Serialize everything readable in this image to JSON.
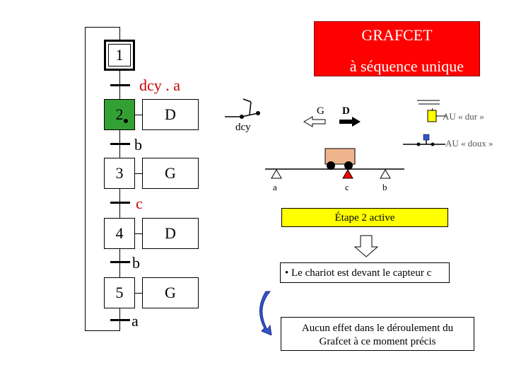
{
  "title": {
    "line1": "GRAFCET",
    "line2": "à séquence unique"
  },
  "steps": [
    {
      "number": "1",
      "action": ""
    },
    {
      "number": "2",
      "action": "D"
    },
    {
      "number": "3",
      "action": "G"
    },
    {
      "number": "4",
      "action": "D"
    },
    {
      "number": "5",
      "action": "G"
    }
  ],
  "receptivities": [
    "dcy . a",
    "b",
    "c",
    "b",
    "a"
  ],
  "schematic": {
    "dcy_label": "dcy",
    "left_label": "G",
    "right_label": "D",
    "au_dur": "AU « dur »",
    "au_doux": "AU « doux »",
    "sensors": [
      "a",
      "c",
      "b"
    ]
  },
  "status": "Étape 2 active",
  "note": "• Le chariot est devant le capteur c",
  "effect_line1": "Aucun effet dans le déroulement du",
  "effect_line2": "Grafcet à ce moment précis",
  "colors": {
    "title_bg": "#ff0000",
    "active_step": "#33a033",
    "status_bg": "#ffff00",
    "cart": "#f0b48c",
    "active_sensor": "#ff0000",
    "curve_arrow": "#3355cc"
  }
}
